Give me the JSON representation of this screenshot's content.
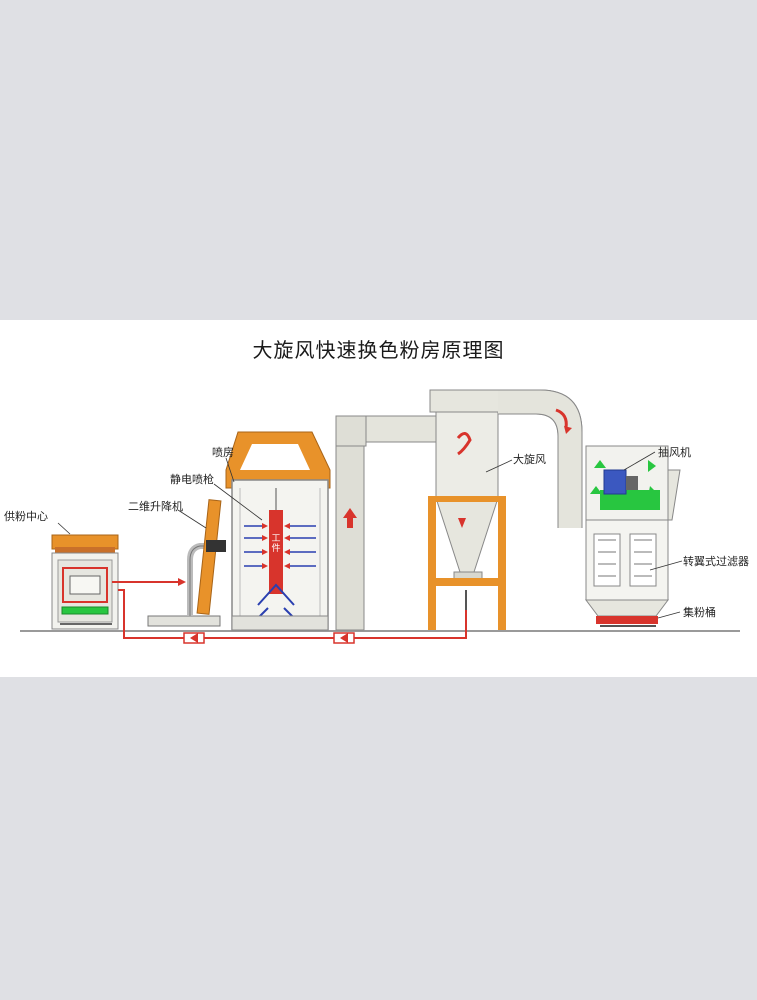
{
  "title": "大旋风快速换色粉房原理图",
  "labels": {
    "supply_center": "供粉中心",
    "lift": "二维升降机",
    "gun": "静电喷枪",
    "booth": "喷房",
    "cyclone": "大旋风",
    "fan": "抽风机",
    "filter": "转翼式过滤器",
    "bucket": "集粉桶",
    "workpiece": "工件"
  },
  "colors": {
    "orange": "#e8922a",
    "red": "#d8342c",
    "green": "#28c640",
    "gray": "#d9d9d2",
    "outline": "#888888"
  }
}
